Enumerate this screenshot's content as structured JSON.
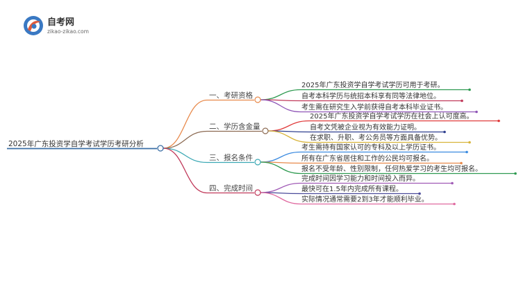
{
  "logo": {
    "title": "自考网",
    "url_text": "zikao-zikao.com",
    "colors": {
      "primary": "#3a79c3",
      "accent": "#e05a3a",
      "text": "#333333"
    }
  },
  "root": {
    "label": "2025年广东投资学自学考试学历考研分析",
    "color": "#3a6ea5"
  },
  "branches": [
    {
      "label": "一、考研资格",
      "color": "#e8894a",
      "leaves": [
        {
          "text": "2025年广东投资学自学考试学历可用于考研。",
          "color": "#2e9a50"
        },
        {
          "text": "自考本科学历与统招本科享有同等法律地位。",
          "color": "#c0395a"
        },
        {
          "text": "考生需在研究生入学前获得自考本科毕业证书。",
          "color": "#8e54b6"
        }
      ]
    },
    {
      "label": "二、学历含金量",
      "color": "#8c6a52",
      "leaves": [
        {
          "text": "2025年广东投资学自学考试学历在社会上认可度高。",
          "color": "#e03a3a"
        },
        {
          "text": "自考文凭被企业视为有效能力证明。",
          "color": "#2f3f8f"
        },
        {
          "text": "在求职、升职、考公务员等方面具备优势。",
          "color": "#d8b43a"
        }
      ]
    },
    {
      "label": "三、报名条件",
      "color": "#3aa8b4",
      "leaves": [
        {
          "text": "考生需持有国家认可的专科及以上学历证书。",
          "color": "#3a8ae0"
        },
        {
          "text": "所有在广东省居住和工作的公民均可报名。",
          "color": "#e8894a"
        },
        {
          "text": "报名不受年龄、性别限制，任何热爱学习的考生均可报名。",
          "color": "#2e9a50"
        }
      ]
    },
    {
      "label": "四、完成时间",
      "color": "#c0395a",
      "leaves": [
        {
          "text": "完成时间因学习能力和时间投入而异。",
          "color": "#a05ab6"
        },
        {
          "text": "最快可在1.5年内完成所有课程。",
          "color": "#4a4a9a"
        },
        {
          "text": "实际情况通常需要2到3年才能顺利毕业。",
          "color": "#e06aa0"
        }
      ]
    }
  ]
}
